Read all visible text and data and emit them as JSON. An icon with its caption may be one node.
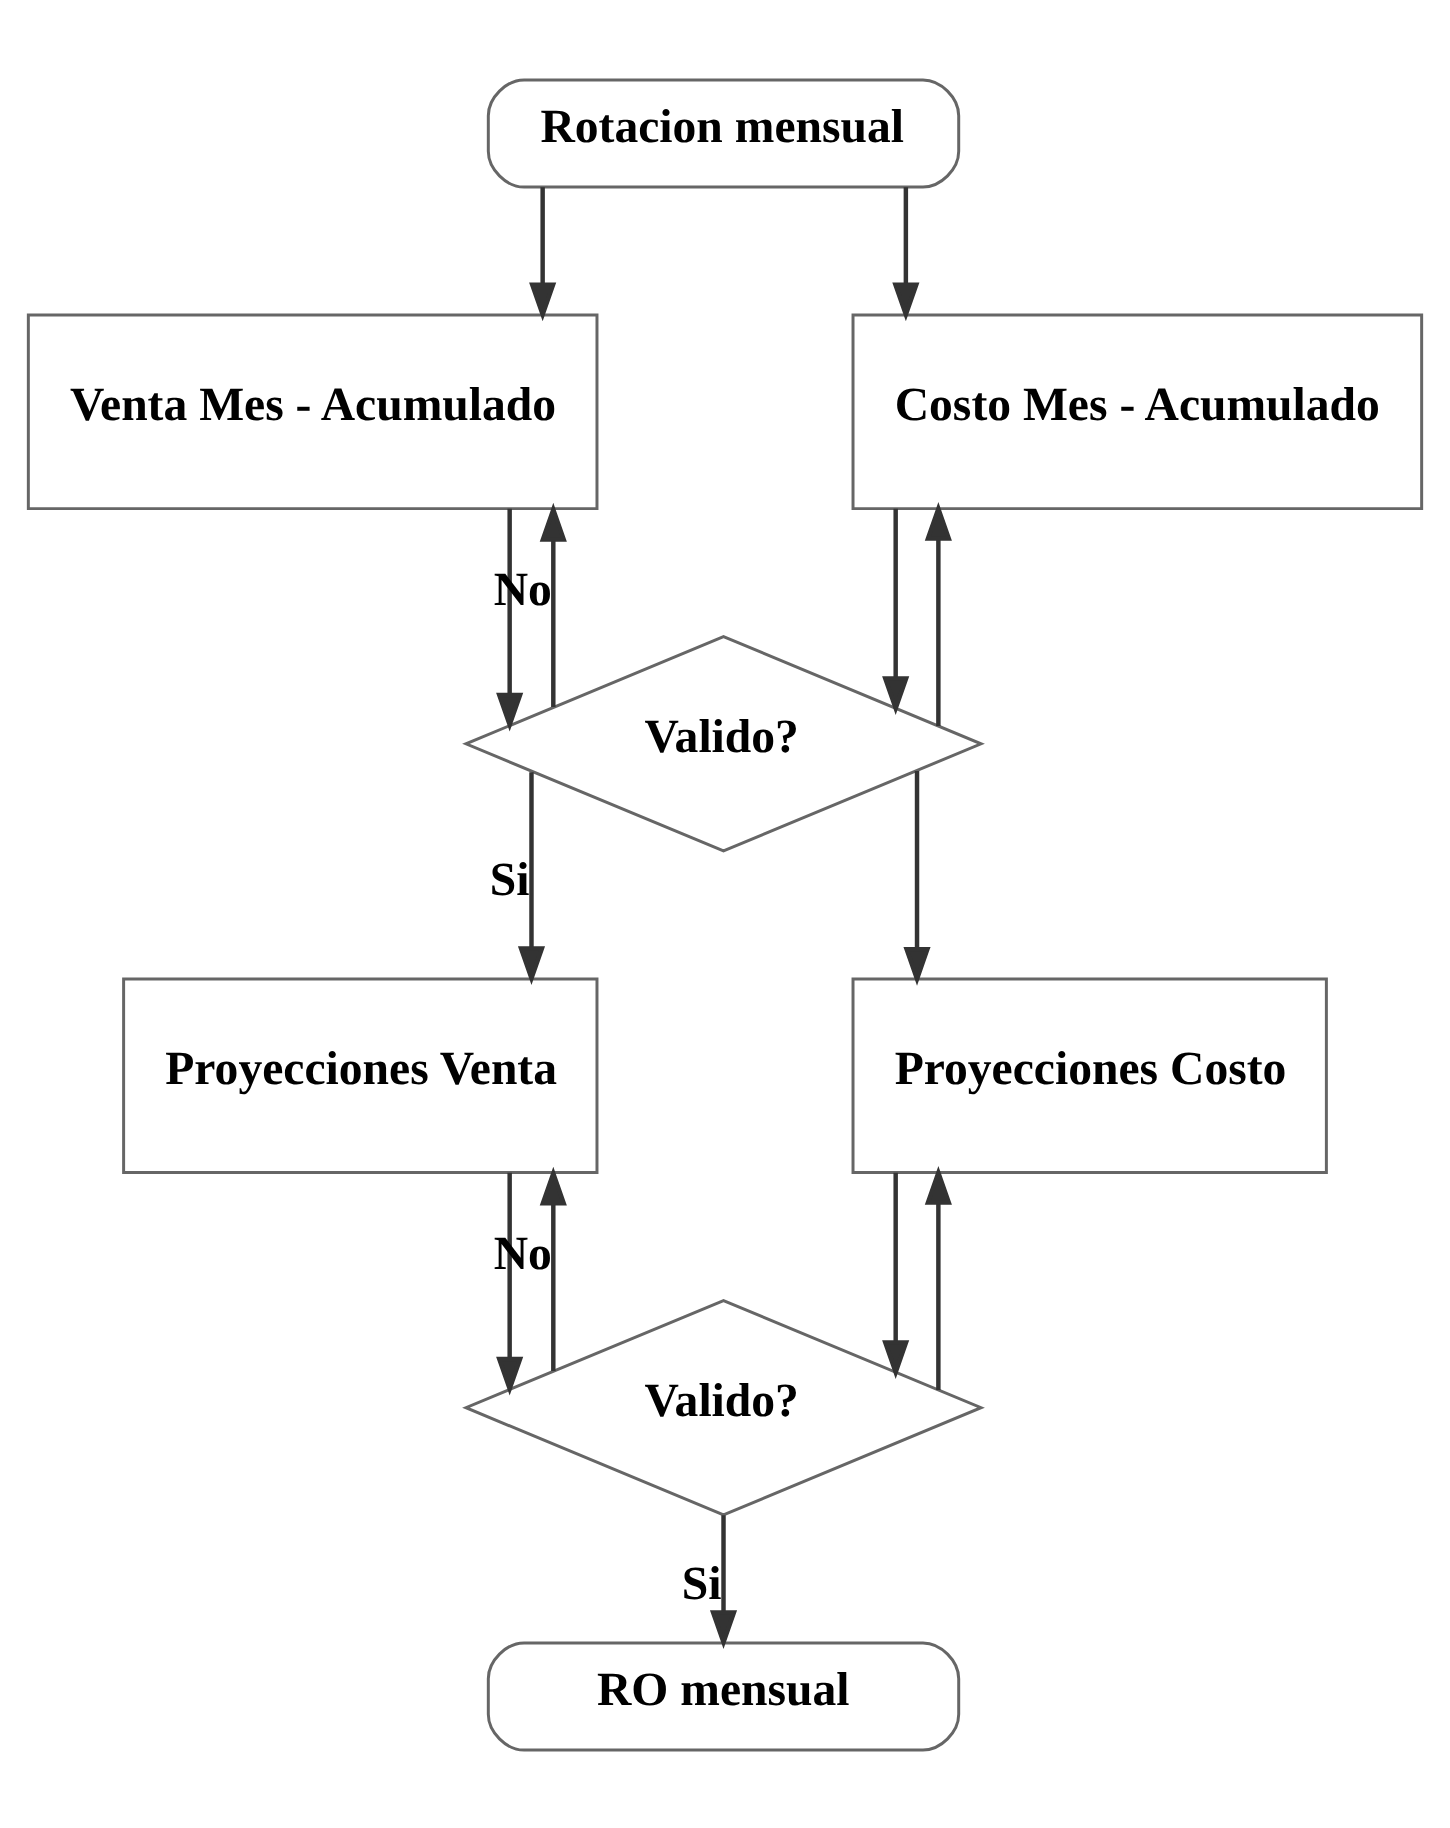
{
  "diagram": {
    "nodes": [
      {
        "text": [
          "Rotacion mensual"
        ]
      },
      {
        "text": [
          "Venta Mes - Acumulado"
        ]
      },
      {
        "text": [
          "Costo Mes - Acumulado"
        ]
      },
      {
        "text": [
          "Valido?"
        ]
      },
      {
        "text": [
          "Proyecciones Venta"
        ]
      },
      {
        "text": [
          "Proyecciones Costo"
        ]
      },
      {
        "text": [
          "Valido?"
        ]
      },
      {
        "text": [
          "RO mensual"
        ]
      }
    ],
    "edges": [
      {
        "from": 0,
        "to": 1,
        "arrow": "to"
      },
      {
        "from": 0,
        "to": 2,
        "arrow": "to"
      },
      {
        "from": 1,
        "to": 3,
        "arrow": "to"
      },
      {
        "from": 2,
        "to": 3,
        "arrow": "to"
      },
      {
        "from": 3,
        "to": 1,
        "arrow": "to",
        "label": "No"
      },
      {
        "from": 3,
        "to": 2,
        "arrow": "to"
      },
      {
        "from": 3,
        "to": 4,
        "arrow": "to",
        "label": "Si"
      },
      {
        "from": 3,
        "to": 5,
        "arrow": "to"
      },
      {
        "from": 4,
        "to": 6,
        "arrow": "to"
      },
      {
        "from": 5,
        "to": 6,
        "arrow": "to"
      },
      {
        "from": 6,
        "to": 4,
        "arrow": "to",
        "label": "No"
      },
      {
        "from": 6,
        "to": 5,
        "arrow": "to"
      },
      {
        "from": 6,
        "to": 7,
        "arrow": "to",
        "label": "Si"
      }
    ]
  }
}
